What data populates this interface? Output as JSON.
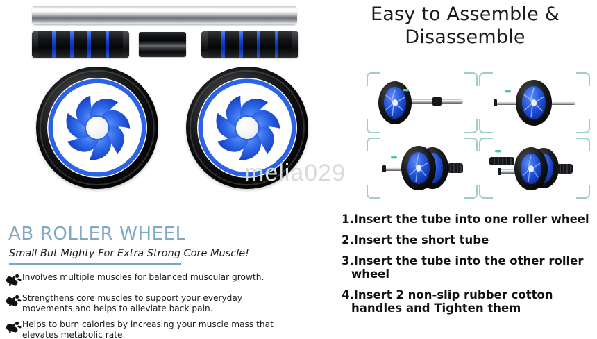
{
  "watermark": "melia029",
  "colors": {
    "title_blue": "#7fa8c4",
    "rule_blue": "#79a6c0",
    "bracket_green": "#9ecfc4",
    "wheel_blue": "#2a63e8",
    "handle_stripe_blue": "#1543d8",
    "text_black": "#1a1a1a",
    "watermark_gray": "#d9d9d9"
  },
  "product_photo": {
    "name": "ab-roller-exploded-parts-photo",
    "parts": [
      {
        "name": "chrome-tube",
        "label": "long chrome axle tube"
      },
      {
        "name": "foam-handle-left",
        "label": "non-slip rubber cotton handle",
        "segments": 5
      },
      {
        "name": "short-black-tube",
        "label": "short connector tube"
      },
      {
        "name": "foam-handle-right",
        "label": "non-slip rubber cotton handle",
        "segments": 5
      },
      {
        "name": "roller-wheel-left",
        "label": "roller wheel",
        "spokes": 7
      },
      {
        "name": "roller-wheel-right",
        "label": "roller wheel",
        "spokes": 7
      }
    ]
  },
  "assembly": {
    "heading_line1": "Easy to Assemble &",
    "heading_line2": "Disassemble",
    "cells": [
      {
        "name": "assembly-step-1-figure",
        "caption": "one wheel with tube approaching"
      },
      {
        "name": "assembly-step-2-figure",
        "caption": "tube inserted through one wheel"
      },
      {
        "name": "assembly-step-3-figure",
        "caption": "second wheel added on tube"
      },
      {
        "name": "assembly-step-4-figure",
        "caption": "both handles attached and tightened"
      }
    ]
  },
  "left_block": {
    "title": "AB ROLLER WHEEL",
    "subtitle": "Small But Mighty For Extra Strong Core Muscle!",
    "bullets": [
      "Involves multiple muscles for balanced muscular growth.",
      "Strengthens core muscles to support your everyday movements and helps to alleviate back pain.",
      "Helps to burn calories by increasing your muscle  mass that elevates metabolic rate."
    ],
    "bullet_icon": "flexing-arm-icon"
  },
  "steps": {
    "items": [
      "1.Insert the tube into one roller wheel",
      "2.Insert the short tube",
      "3.Insert the tube into the other roller wheel",
      "4.Insert 2 non-slip rubber cotton handles and Tighten them"
    ]
  }
}
